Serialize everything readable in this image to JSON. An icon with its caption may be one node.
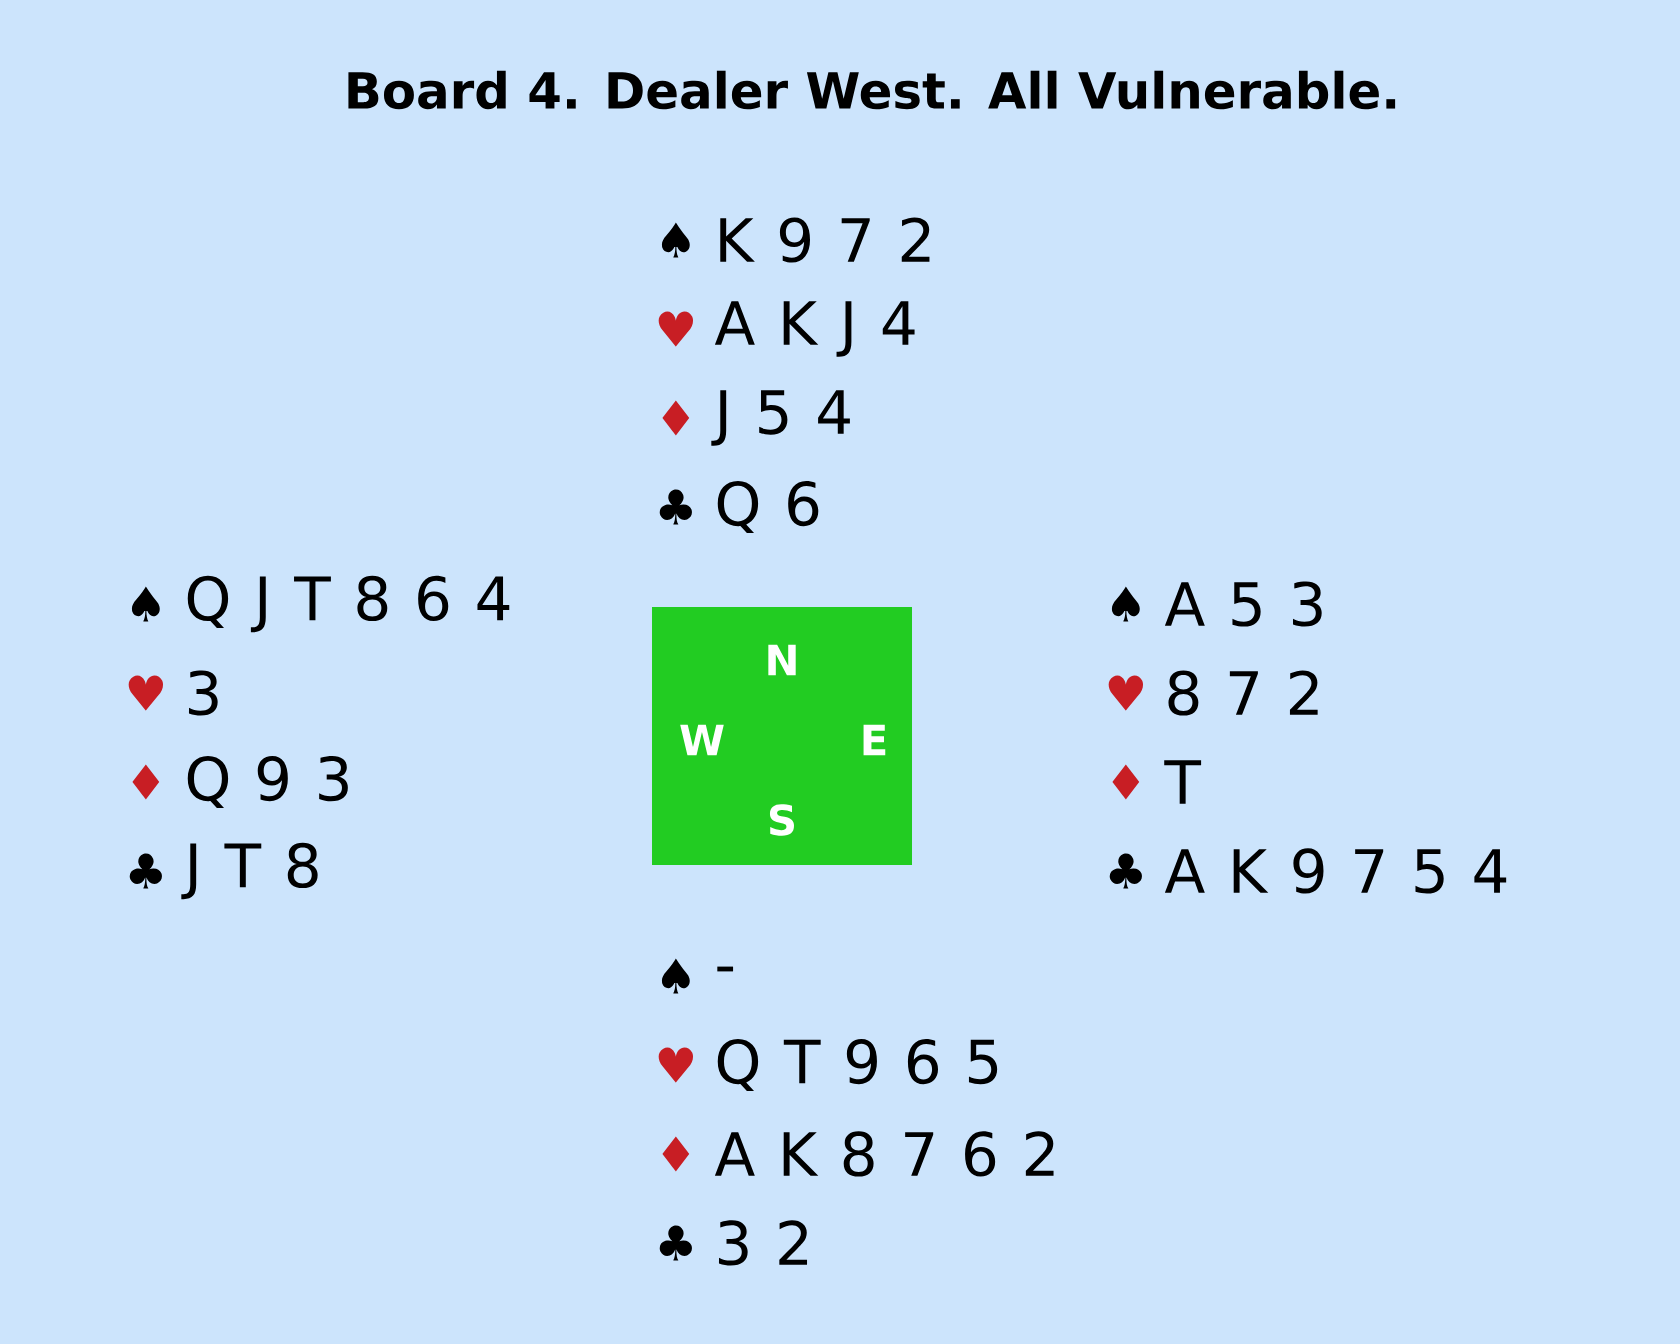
{
  "diagram": {
    "title": "Board 4. Dealer West. All Vulnerable.",
    "nodes": [
      {
        "text": [
          "N",
          "W",
          "E",
          "S"
        ]
      }
    ],
    "labels": [
      "♠",
      "K 9 7 2",
      "♥",
      "A K J 4",
      "♦",
      "J 5 4",
      "♣",
      "Q 6",
      "♠",
      "Q J T 8 6 4",
      "♥",
      "3",
      "♦",
      "Q 9 3",
      "♣",
      "J T 8",
      "♠",
      "A 5 3",
      "♥",
      "8 7 2",
      "♦",
      "T",
      "♣",
      "A K 9 7 5 4",
      "♠",
      "-",
      "♥",
      "Q T 9 6 5",
      "♦",
      "A K 8 7 6 2",
      "♣",
      "3 2"
    ]
  }
}
